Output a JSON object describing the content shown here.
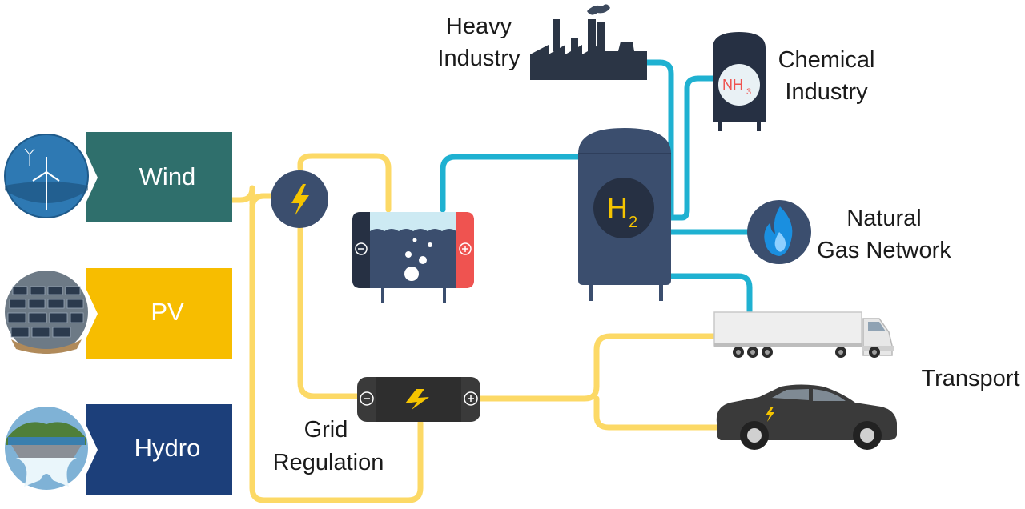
{
  "sources": [
    {
      "label": "Wind",
      "color": "#2f6f6c"
    },
    {
      "label": "PV",
      "color": "#f7bd00"
    },
    {
      "label": "Hydro",
      "color": "#1c3f7a"
    }
  ],
  "consumers": {
    "heavy_industry": {
      "line1": "Heavy",
      "line2": "Industry"
    },
    "chemical_industry": {
      "line1": "Chemical",
      "line2": "Industry",
      "symbol": "NH",
      "symbol_sub": "3"
    },
    "natural_gas": {
      "line1": "Natural",
      "line2": "Gas Network"
    },
    "transport": {
      "label": "Transport"
    }
  },
  "storage": {
    "symbol": "H",
    "symbol_sub": "2"
  },
  "grid": {
    "line1": "Grid",
    "line2": "Regulation"
  },
  "colors": {
    "electric_line": "#fcd966",
    "hydrogen_line": "#1fb1d1",
    "equipment": "#3b4e6e",
    "dark_equipment": "#263043",
    "accent_yellow": "#f5c400",
    "anode_red": "#ef5350"
  }
}
